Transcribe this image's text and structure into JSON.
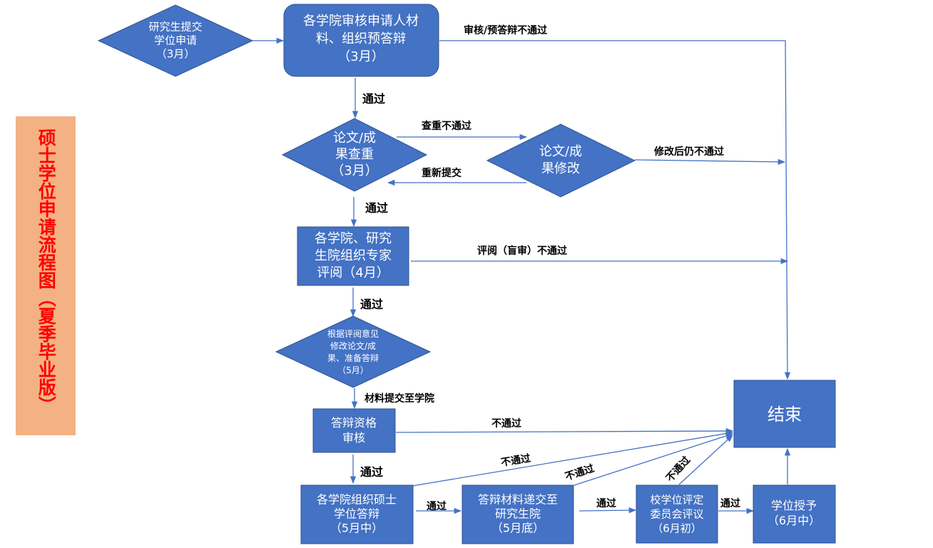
{
  "title": "硕士学位申请流程图（夏季毕业版）",
  "colors": {
    "node_fill": "#4472C4",
    "node_stroke": "#2F528F",
    "edge": "#4472C4",
    "title_bg": "#F4B183",
    "title_text": "#FF0000"
  },
  "nodes": {
    "submit": {
      "shape": "diamond",
      "lines": [
        "研究生提交",
        "学位申请",
        "（3月）"
      ]
    },
    "college_review": {
      "shape": "rounded-rect",
      "lines": [
        "各学院审核申请人材",
        "料、组织预答辩",
        "（3月）"
      ]
    },
    "plagiarism_check": {
      "shape": "diamond",
      "lines": [
        "论文/成",
        "果查重",
        "（3月）"
      ]
    },
    "revise": {
      "shape": "diamond",
      "lines": [
        "论文/成",
        "果修改"
      ]
    },
    "expert_review": {
      "shape": "rect",
      "lines": [
        "各学院、研究",
        "生院组织专家",
        "评阅（4月）"
      ]
    },
    "revise_prepare": {
      "shape": "diamond",
      "lines": [
        "根据评阅意见",
        "修改论文/成",
        "果、准备答辩",
        "（5月）"
      ]
    },
    "eligibility": {
      "shape": "rect",
      "lines": [
        "答辩资格",
        "审核"
      ]
    },
    "defense": {
      "shape": "rect",
      "lines": [
        "各学院组织硕士",
        "学位答辩",
        "（5月中）"
      ]
    },
    "submit_materials": {
      "shape": "rect",
      "lines": [
        "答辩材料递交至",
        "研究生院",
        "（5月底）"
      ]
    },
    "committee": {
      "shape": "rect",
      "lines": [
        "校学位评定",
        "委员会评议",
        "（6月初）"
      ]
    },
    "grant": {
      "shape": "rect",
      "lines": [
        "学位授予",
        "（6月中）"
      ]
    },
    "end": {
      "shape": "rect",
      "lines": [
        "结束"
      ]
    }
  },
  "edges": {
    "submit_to_review": "",
    "review_fail": "审核/预答辩不通过",
    "review_pass": "通过",
    "check_fail": "查重不通过",
    "resubmit": "重新提交",
    "revise_fail": "修改后仍不通过",
    "check_pass": "通过",
    "expert_fail": "评阅（盲审）不通过",
    "expert_pass": "通过",
    "to_college": "材料提交至学院",
    "eligibility_fail": "不通过",
    "eligibility_pass": "通过",
    "defense_fail": "不通过",
    "defense_pass": "通过",
    "materials_fail": "不通过",
    "materials_pass": "通过",
    "committee_fail": "不通过",
    "committee_pass": "通过",
    "grant_to_end": ""
  }
}
